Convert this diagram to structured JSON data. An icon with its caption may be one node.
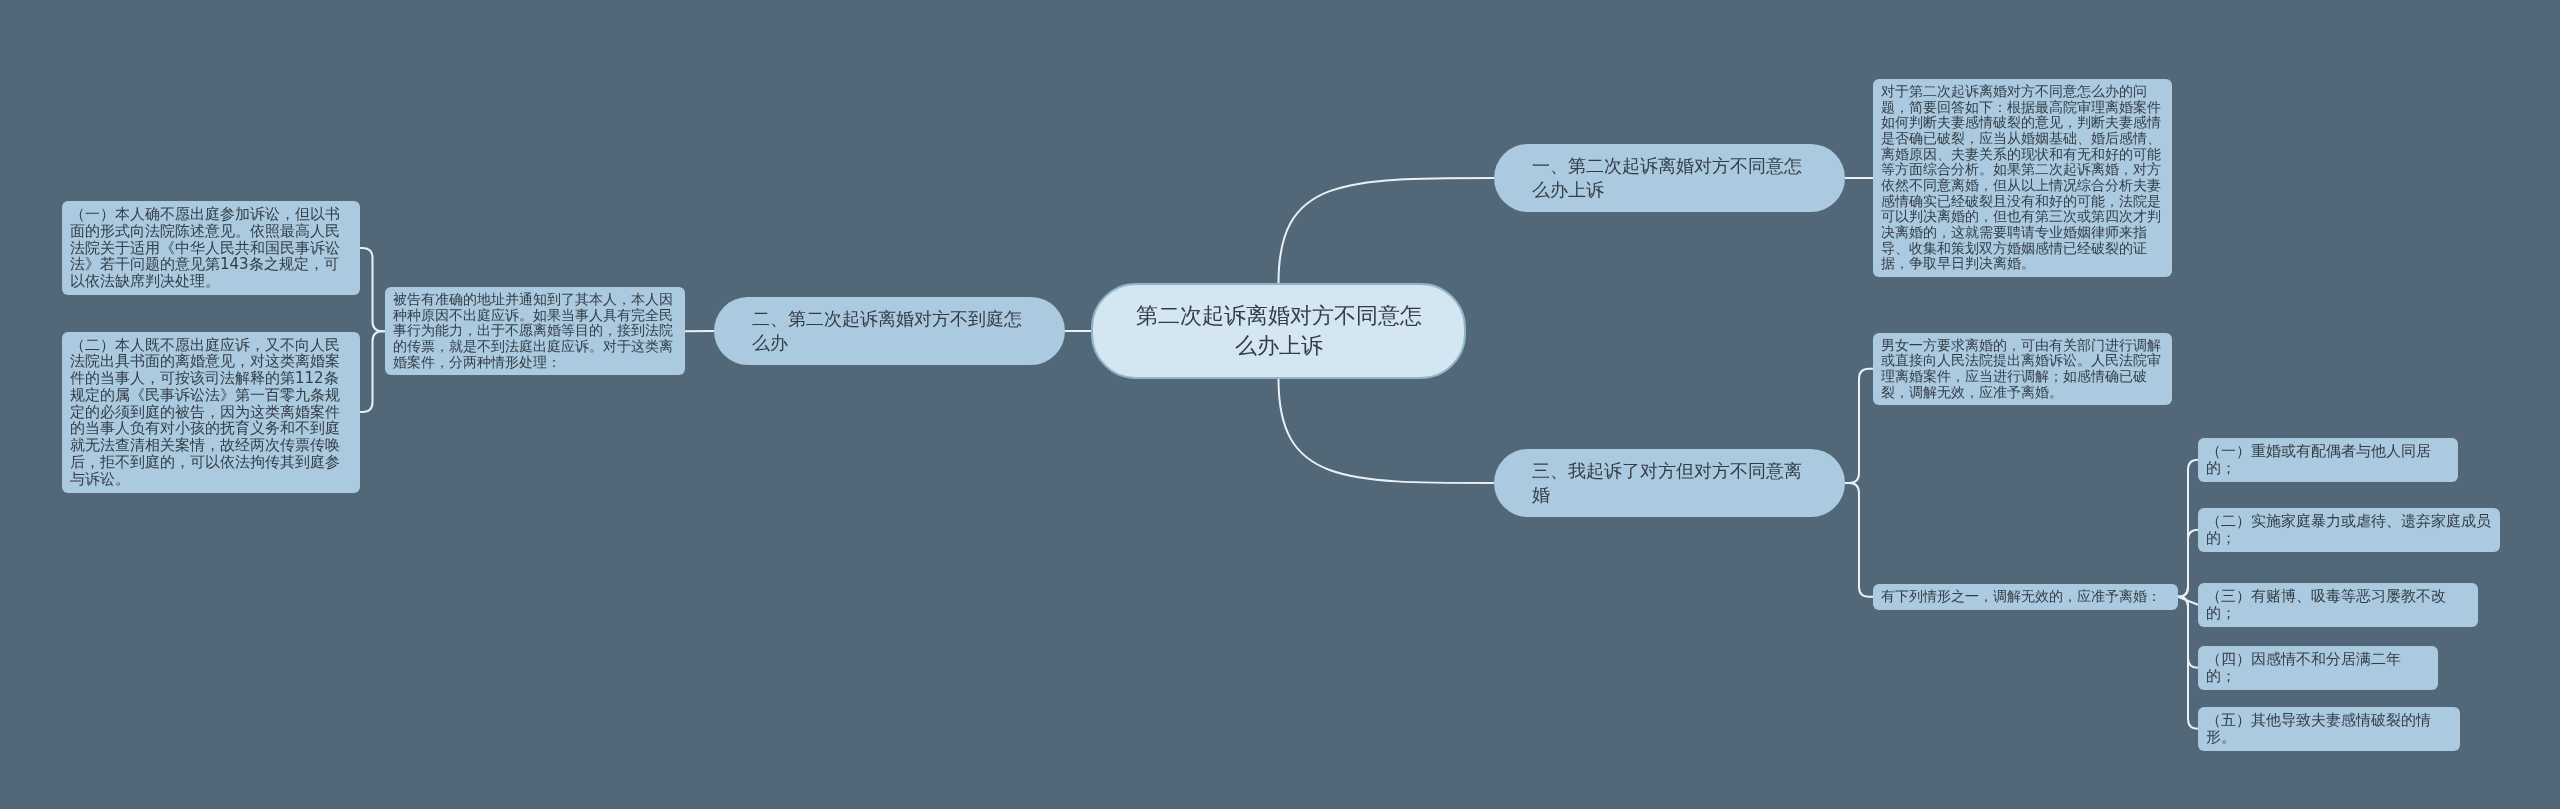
{
  "diagram": {
    "nodes": [
      {
        "text": [
          "第二次起诉离婚对方不同意怎么办上诉"
        ]
      },
      {
        "text": [
          "一、第二次起诉离婚对方不同意怎么办上诉"
        ]
      },
      {
        "text": [
          "对于第二次起诉离婚对方不同意怎么办的问题，简要回答如下：根据最高院审理离婚案件如何判断夫妻感情破裂的意见，判断夫妻感情是否确已破裂，应当从婚姻基础、婚后感情、离婚原因、夫妻关系的现状和有无和好的可能等方面综合分析。如果第二次起诉离婚，对方依然不同意离婚，但从以上情况综合分析夫妻感情确实已经破裂且没有和好的可能，法院是可以判决离婚的，但也有第三次或第四次才判决离婚的，这就需要聘请专业婚姻律师来指导、收集和策划双方婚姻感情已经破裂的证据，争取早日判决离婚。"
        ]
      },
      {
        "text": [
          "二、第二次起诉离婚对方不到庭怎么办"
        ]
      },
      {
        "text": [
          "被告有准确的地址并通知到了其本人，本人因种种原因不出庭应诉。如果当事人具有完全民事行为能力，出于不愿离婚等目的，接到法院的传票，就是不到法庭出庭应诉。对于这类离婚案件，分两种情形处理："
        ]
      },
      {
        "text": [
          "（一）本人确不愿出庭参加诉讼，但以书面的形式向法院陈述意见。依照最高人民法院关于适用《中华人民共和国民事诉讼法》若干问题的意见第143条之规定，可以依法缺席判决处理。"
        ]
      },
      {
        "text": [
          "（二）本人既不愿出庭应诉，又不向人民法院出具书面的离婚意见，对这类离婚案件的当事人，可按该司法解释的第112条规定的属《民事诉讼法》第一百零九条规定的必须到庭的被告，因为这类离婚案件的当事人负有对小孩的抚育义务和不到庭就无法查清相关案情，故经两次传票传唤后，拒不到庭的，可以依法拘传其到庭参与诉讼。"
        ]
      },
      {
        "text": [
          "三、我起诉了对方但对方不同意离婚"
        ]
      },
      {
        "text": [
          "男女一方要求离婚的，可由有关部门进行调解或直接向人民法院提出离婚诉讼。人民法院审理离婚案件，应当进行调解；如感情确已破裂，调解无效，应准予离婚。"
        ]
      },
      {
        "text": [
          "有下列情形之一，调解无效的，应准予离婚："
        ]
      },
      {
        "text": [
          "（一）重婚或有配偶者与他人同居的；"
        ]
      },
      {
        "text": [
          "（二）实施家庭暴力或虐待、遗弃家庭成员的；"
        ]
      },
      {
        "text": [
          "（三）有赌博、吸毒等恶习屡教不改的；"
        ]
      },
      {
        "text": [
          "（四）因感情不和分居满二年的；"
        ]
      },
      {
        "text": [
          "（五）其他导致夫妻感情破裂的情形。"
        ]
      }
    ],
    "edges": [
      {
        "from": 0,
        "to": 1,
        "arrow": "none"
      },
      {
        "from": 1,
        "to": 2,
        "arrow": "none"
      },
      {
        "from": 0,
        "to": 3,
        "arrow": "none"
      },
      {
        "from": 3,
        "to": 4,
        "arrow": "none"
      },
      {
        "from": 4,
        "to": 5,
        "arrow": "none"
      },
      {
        "from": 4,
        "to": 6,
        "arrow": "none"
      },
      {
        "from": 0,
        "to": 7,
        "arrow": "none"
      },
      {
        "from": 7,
        "to": 8,
        "arrow": "none"
      },
      {
        "from": 7,
        "to": 9,
        "arrow": "none"
      },
      {
        "from": 9,
        "to": 10,
        "arrow": "none"
      },
      {
        "from": 9,
        "to": 11,
        "arrow": "none"
      },
      {
        "from": 9,
        "to": 12,
        "arrow": "none"
      },
      {
        "from": 9,
        "to": 13,
        "arrow": "none"
      },
      {
        "from": 9,
        "to": 14,
        "arrow": "none"
      }
    ]
  }
}
